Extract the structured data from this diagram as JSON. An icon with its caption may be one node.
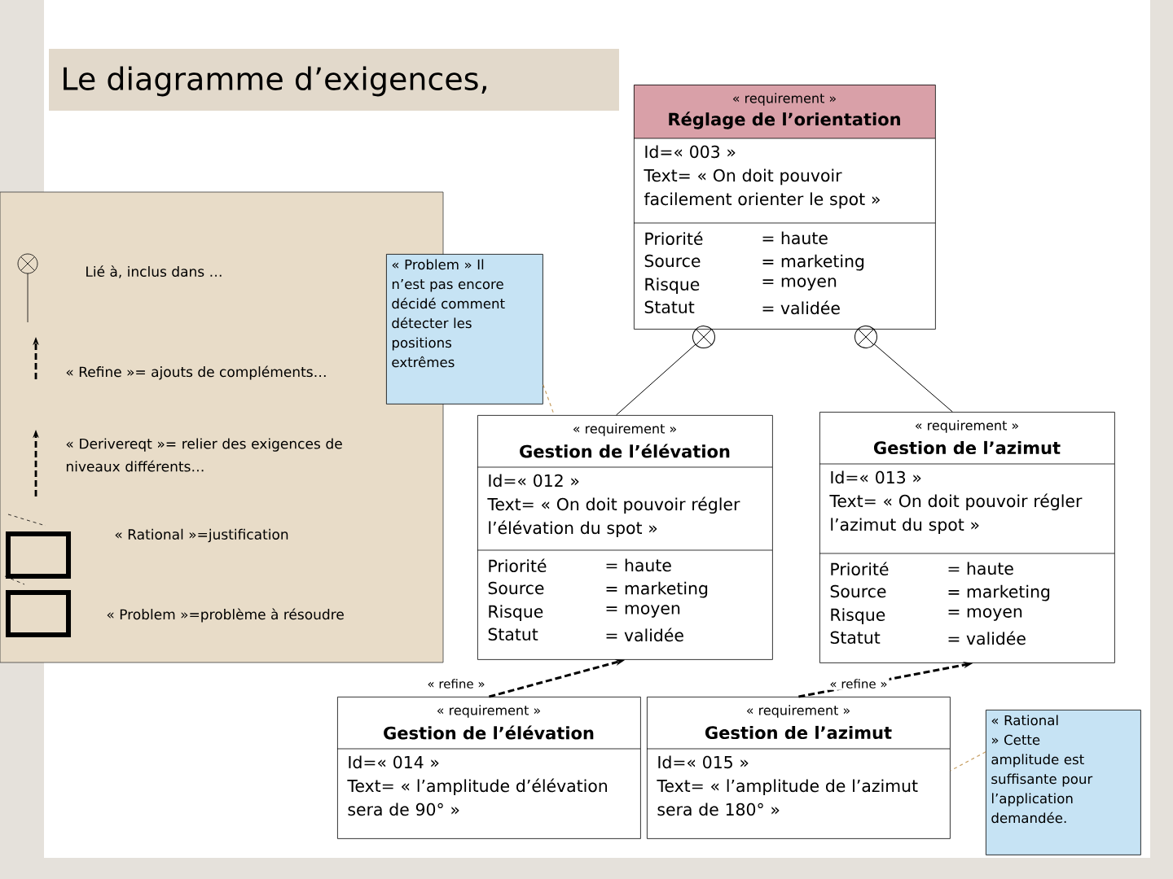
{
  "diagram": {
    "title": "Le diagramme d’exigences,",
    "nodes": [
      {
        "text": [
          "« requirement »",
          "Réglage de l’orientation",
          "Id=« 003 »",
          "Text= « On doit pouvoir facilement orienter le spot »",
          "Priorité",
          "= haute",
          "Source",
          "= marketing",
          "Risque",
          "= moyen",
          "Statut",
          "= validée"
        ]
      },
      {
        "text": [
          "« requirement »",
          "Gestion de l’élévation",
          "Id=« 012 »",
          "Text= « On doit pouvoir régler l’élévation du spot »",
          "Priorité",
          "= haute",
          "Source",
          "= marketing",
          "Risque",
          "= moyen",
          "Statut",
          "= validée"
        ]
      },
      {
        "text": [
          "« requirement »",
          "Gestion de l’azimut",
          "Id=« 013 »",
          "Text= « On doit pouvoir régler l’azimut du spot »",
          "Priorité",
          "= haute",
          "Source",
          "= marketing",
          "Risque",
          "= moyen",
          "Statut",
          "= validée"
        ]
      },
      {
        "text": [
          "« requirement »",
          "Gestion de l’élévation",
          "Id=« 014 »",
          "Text= « l’amplitude d’élévation sera de 90° »"
        ]
      },
      {
        "text": [
          "« requirement »",
          "Gestion de l’azimut",
          "Id=« 015 »",
          "Text= « l’amplitude de l’azimut sera de 180° »"
        ]
      },
      {
        "text": [
          "« Problem » Il n’est pas encore décidé comment détecter les positions extrêmes"
        ]
      },
      {
        "text": [
          "« Rational » Cette amplitude est suffisante pour l’application demandée."
        ]
      }
    ],
    "edges": [
      {
        "from": 0,
        "to": 1,
        "arrow": "other"
      },
      {
        "from": 0,
        "to": 2,
        "arrow": "other"
      },
      {
        "from": 3,
        "to": 1,
        "arrow": "to",
        "label": "« refine »",
        "style": "dashed"
      },
      {
        "from": 4,
        "to": 2,
        "arrow": "to",
        "label": "« refine »",
        "style": "dashed"
      },
      {
        "from": 5,
        "to": 1,
        "arrow": "none",
        "style": "dashed",
        "color": "#c8a064"
      },
      {
        "from": 6,
        "to": 4,
        "arrow": "none",
        "style": "dashed",
        "color": "#c8a064"
      }
    ],
    "legend": [
      {
        "text": "Lié à, inclus dans …"
      },
      {
        "text": "« Refine »= ajouts de compléments…"
      },
      {
        "text": "« Derivereqt »= relier des exigences de niveaux différents…"
      },
      {
        "text": "« Rational »=justification"
      },
      {
        "text": "« Problem »=problème à résoudre"
      }
    ]
  }
}
